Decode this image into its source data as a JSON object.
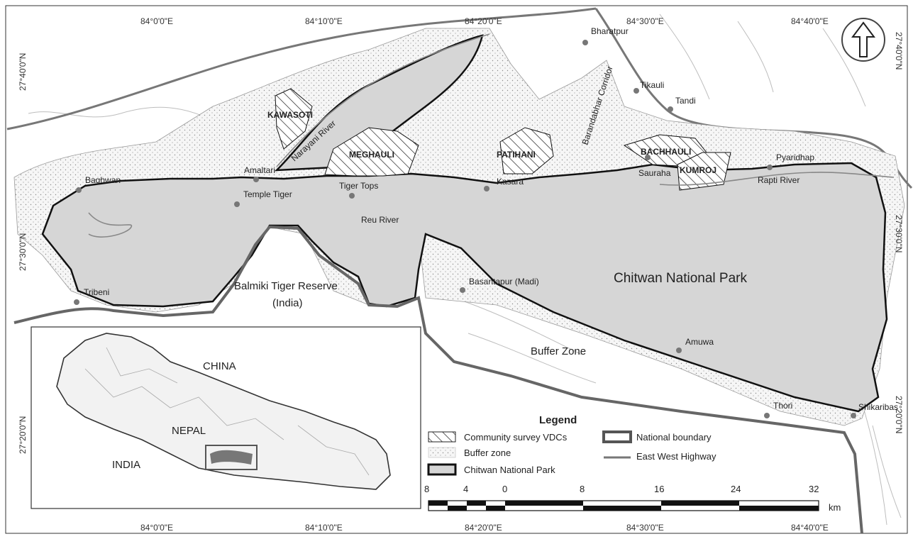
{
  "map": {
    "top_coords": [
      "84°0'0\"E",
      "84°10'0\"E",
      "84°20'0\"E",
      "84°30'0\"E",
      "84°40'0\"E"
    ],
    "bottom_coords": [
      "84°0'0\"E",
      "84°10'0\"E",
      "84°20'0\"E",
      "84°30'0\"E",
      "84°40'0\"E"
    ],
    "left_coords": [
      "27°40'0\"N",
      "27°30'0\"N",
      "27°20'0\"N"
    ],
    "right_coords": [
      "27°40'0\"N",
      "27°30'0\"N",
      "27°20'0\"N"
    ],
    "places": [
      "Bharatpur",
      "Tikauli",
      "Tandi",
      "Pyaridhap",
      "Sauraha",
      "Kasara",
      "Tiger Tops",
      "Amaltari",
      "Temple Tiger",
      "Baghwan",
      "Tribeni",
      "Basantapur (Madi)",
      "Amuwa",
      "Thori",
      "Shikaribas"
    ],
    "vdcs": [
      "KAWASOTI",
      "MEGHAULI",
      "PATIHANI",
      "BACHHAULI",
      "KUMROJ"
    ],
    "rivers": [
      "Narayani River",
      "Reu River",
      "Rapti River"
    ],
    "corridor": "Barandabhar Corridor",
    "park_label": "Chitwan National Park",
    "reserve_label": "Balmiki Tiger Reserve",
    "reserve_country": "(India)",
    "buffer_label": "Buffer Zone",
    "north_icon": "north-arrow-icon"
  },
  "inset": {
    "labels": [
      "CHINA",
      "NEPAL",
      "INDIA"
    ]
  },
  "legend": {
    "title": "Legend",
    "items": [
      "Community survey VDCs",
      "National boundary",
      "Buffer zone",
      "East West Highway",
      "Chitwan National Park"
    ]
  },
  "scale": {
    "ticks": [
      "8",
      "4",
      "0",
      "8",
      "16",
      "24",
      "32"
    ],
    "unit": "km"
  }
}
